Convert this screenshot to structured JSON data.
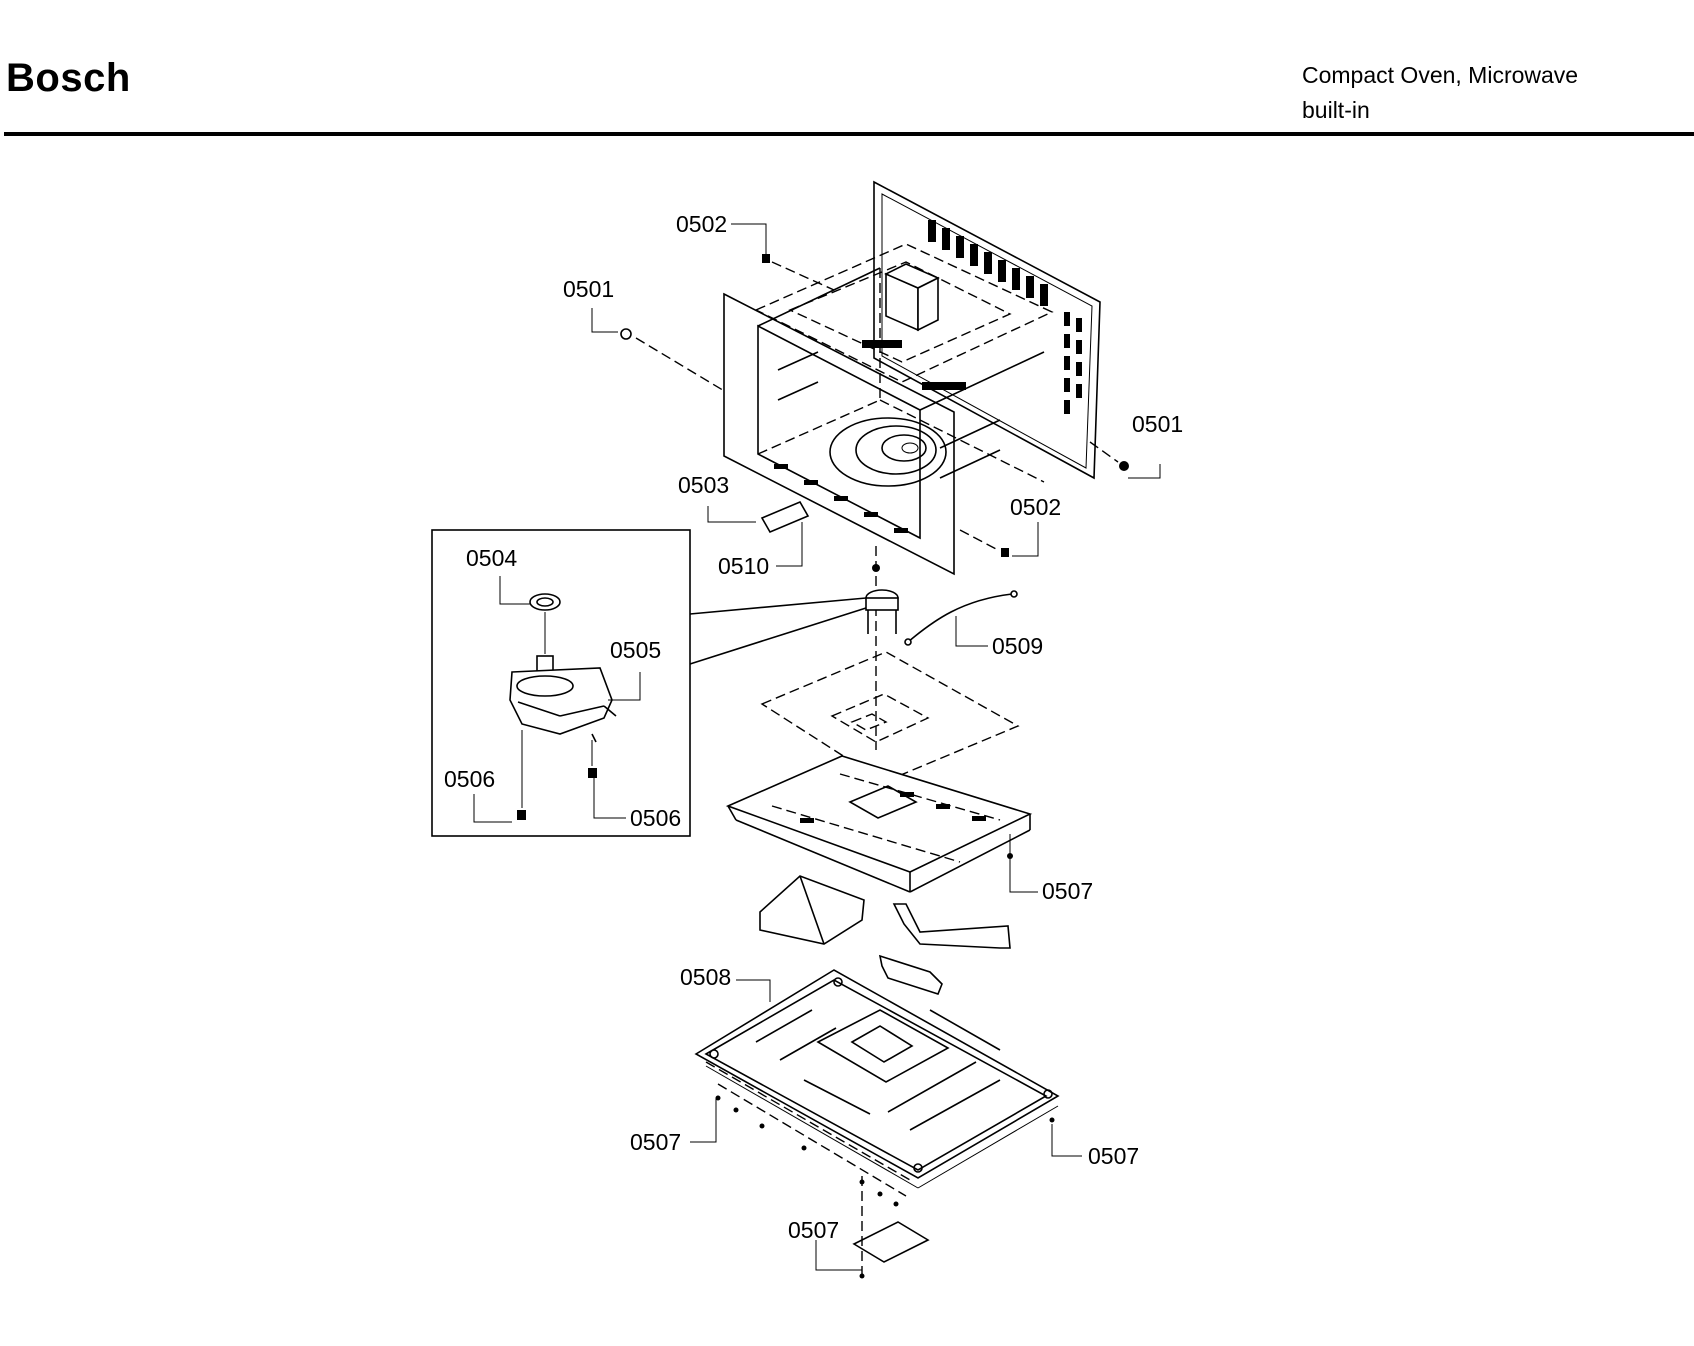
{
  "header": {
    "brand": "Bosch",
    "subtitle_line1": "Compact Oven, Microwave",
    "subtitle_line2": "built-in"
  },
  "callouts": {
    "c0501_top": "0501",
    "c0501_right": "0501",
    "c0502_top": "0502",
    "c0502_right": "0502",
    "c0503": "0503",
    "c0510": "0510",
    "c0504": "0504",
    "c0505": "0505",
    "c0506_left": "0506",
    "c0506_right": "0506",
    "c0509": "0509",
    "c0507_mid": "0507",
    "c0508": "0508",
    "c0507_left": "0507",
    "c0507_right": "0507",
    "c0507_bottom": "0507"
  }
}
